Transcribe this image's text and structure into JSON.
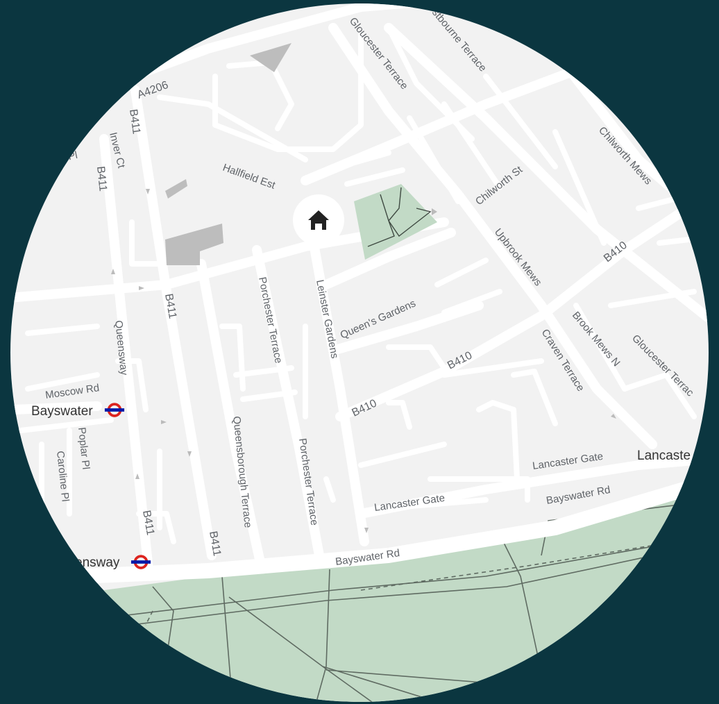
{
  "colors": {
    "background": "#0b3640",
    "land": "#f2f2f2",
    "road": "#ffffff",
    "park": "#c2dac6",
    "building": "#bdbdbd",
    "text": "#5f6368",
    "tube_red": "#dc241f",
    "tube_blue": "#0019a8"
  },
  "marker": {
    "icon": "home-icon"
  },
  "labels": {
    "a4206": "A4206",
    "b411_a": "B411",
    "b411_b": "B411",
    "b411_c": "B411",
    "b411_d": "B411",
    "b411_e": "B411",
    "b410_a": "B410",
    "b410_b": "B410",
    "b410_c": "B410",
    "gloucester_terrace_top": "Gloucester Terrace",
    "westbourne_terrace": "stbourne Terrace",
    "chilworth_mews": "Chilworth Mews",
    "chilworth_st": "Chilworth St",
    "hallfield_est": "Hallfield Est",
    "upbrook_mews": "Upbrook Mews",
    "brook_mews_n": "Brook Mews N",
    "gloucester_terrace_right": "Gloucester Terrac",
    "craven_terrace": "Craven Terrace",
    "queens_gardens": "Queen's Gardens",
    "leinster_gardens": "Leinster Gardens",
    "porchester_terrace_top": "Porchester Terrace",
    "porchester_terrace_bottom": "Porchester Terrace",
    "queensborough_terrace": "Queensborough Terrace",
    "queensway_road": "Queensway",
    "moscow_rd": "Moscow Rd",
    "poplar_pl": "Poplar Pl",
    "caroline_pl": "Caroline Pl",
    "hospital_pl": "l Pl",
    "inver_ct": "Inver Ct",
    "lancaster_gate_road": "Lancaster Gate",
    "lancaster_gate_road2": "Lancaster Gate",
    "lancaster_gate_poi": "Lancaste",
    "bayswater_rd_right": "Bayswater Rd",
    "bayswater_rd_main": "Bayswater Rd",
    "bayswater_station": "Bayswater",
    "queensway_station": "ensway"
  }
}
